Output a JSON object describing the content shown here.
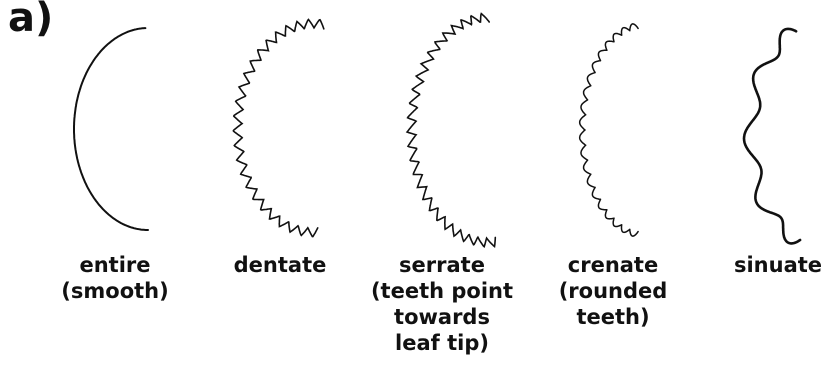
{
  "panel_label": "a)",
  "margin_types": [
    {
      "id": "entire",
      "lines": [
        "entire",
        "(smooth)"
      ]
    },
    {
      "id": "dentate",
      "lines": [
        "dentate"
      ]
    },
    {
      "id": "serrate",
      "lines": [
        "serrate",
        "(teeth point",
        "towards",
        "leaf tip)"
      ]
    },
    {
      "id": "crenate",
      "lines": [
        "crenate",
        "(rounded",
        "teeth)"
      ]
    },
    {
      "id": "sinuate",
      "lines": [
        "sinuate"
      ]
    }
  ],
  "colors": {
    "ink": "#111111",
    "background": "#ffffff"
  }
}
